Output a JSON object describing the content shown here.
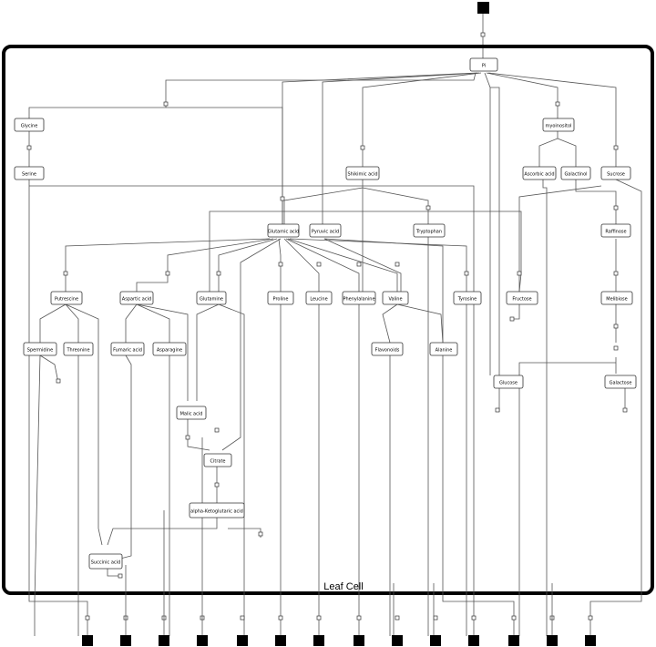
{
  "compartment": {
    "label": "Leaf Cell"
  },
  "metabolites": {
    "pi": "Pi",
    "glycine": "Glycine",
    "serine": "Serine",
    "myoinositol": "myoinositol",
    "ascorbic_acid": "Ascorbic acid",
    "galactinol": "Galactinol",
    "sucrose": "Sucrose",
    "shikimic_acid": "Shikimic acid",
    "glutamic_acid": "Glutamic acid",
    "pyruvic_acid": "Pyruvic acid",
    "tryptophan": "Tryptophan",
    "raffinose": "Raffinose",
    "putrescine": "Putrescine",
    "aspartic_acid": "Aspartic acid",
    "glutamine": "Glutamine",
    "proline": "Proline",
    "leucine": "Leucine",
    "phenylalanine": "Phenylalanine",
    "valine": "Valine",
    "tyrosine": "Tyrosine",
    "fructose": "Fructose",
    "melibiose": "Melibiose",
    "spermidine": "Spermidine",
    "threonine": "Threonine",
    "fumaric_acid": "Fumaric acid",
    "asparagine": "Asparagine",
    "flavonoids": "Flavonoids",
    "alanine": "Alanine",
    "glucose": "Glucose",
    "galactose": "Galactose",
    "malic_acid": "Malic acid",
    "citrate": "Citrate",
    "alpha_ketoglutaric_acid": "alpha-Ketoglutaric acid",
    "succinic_acid": "Succinic acid"
  }
}
